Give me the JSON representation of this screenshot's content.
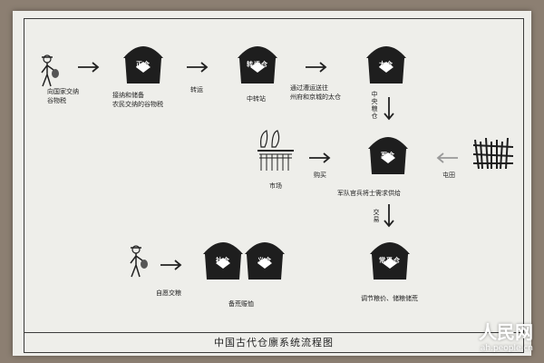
{
  "title": "中国古代仓廪系统流程图",
  "watermark": {
    "name": "人民网",
    "url": "ah.people.cn"
  },
  "granaries": {
    "zheng": "正仓",
    "zhuanyun": "转运仓",
    "tai": "太仓",
    "jun": "军仓",
    "she": "社仓",
    "yi": "义仓",
    "changping": "常平仓"
  },
  "labels": {
    "farmer_tax": "向国家交纳\n谷物税",
    "zheng_desc": "接纳和储备\n农民交纳的谷物税",
    "transfer": "转运",
    "zhongzhuan": "中转站",
    "tai_desc": "通过漕运送往\n州府和京城的太仓",
    "central_grain": "中央粮仓",
    "market": "市场",
    "purchase": "购买",
    "military_supply": "军队官兵将士需求供给",
    "tuntian": "屯田",
    "trade": "交易",
    "voluntary": "自愿交粮",
    "reserve": "备荒赈恤",
    "regulate": "调节粮价、储粮储荒"
  }
}
